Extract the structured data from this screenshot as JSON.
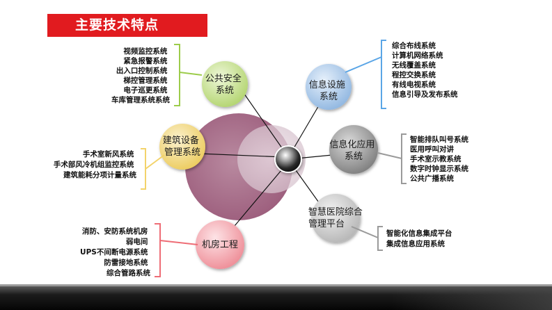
{
  "title": "主要技术特点",
  "nodes": {
    "public_safety": {
      "lines": [
        "公共安全",
        "系统"
      ],
      "items": [
        "视频监控系统",
        "紧急报警系统",
        "出入口控制系统",
        "梯控管理系统",
        "电子巡更系统",
        "车库管理系统系统"
      ]
    },
    "info_facility": {
      "lines": [
        "信息设施",
        "系统"
      ],
      "items": [
        "综合布线系统",
        "计算机网络系统",
        "无线覆盖系统",
        "程控交换系统",
        "有线电视系统",
        "信息引导及发布系统"
      ]
    },
    "building_equipment": {
      "lines": [
        "建筑设备",
        "管理系统"
      ],
      "items": [
        "手术室新风系统",
        "手术部风冷机组监控系统",
        "建筑能耗分项计量系统"
      ]
    },
    "info_application": {
      "lines": [
        "信息化应用",
        "系统"
      ],
      "items": [
        "智能排队叫号系统",
        "医用呼叫对讲",
        "手术室示教系统",
        "数字时钟显示系统",
        "公共广播系统"
      ]
    },
    "smart_hospital": {
      "lines": [
        "智慧医院综合",
        "管理平台"
      ],
      "items": [
        "智能化信息集成平台",
        "集成信息应用系统"
      ]
    },
    "machine_room": {
      "lines": [
        "机房工程"
      ],
      "items": [
        "消防、安防系统机房",
        "弱电间",
        "UPS不间断电源系统",
        "防雷接地系统",
        "综合管路系统"
      ]
    }
  },
  "colors": {
    "title_bg": "#e11b1f",
    "big_circle": "#a96d8a",
    "public_safety": "#c9e09a",
    "info_facility": "#a8c6e8",
    "building_equipment": "#f1d985",
    "info_application": "#9b9b9b",
    "smart_hospital": "#c9c9c9",
    "machine_room": "#f2a0a8",
    "bracket_green": "#9ccc4a",
    "bracket_blue": "#5aa5e6",
    "bracket_yellow": "#f3d36a",
    "bracket_gray": "#9a9a9a",
    "bracket_red": "#ee6c75"
  }
}
